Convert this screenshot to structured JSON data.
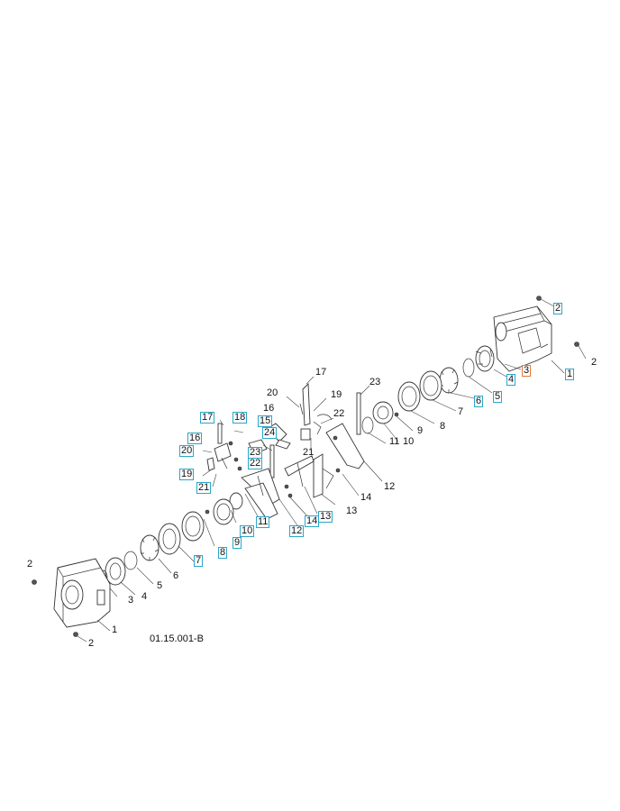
{
  "diagram": {
    "drawing_number": "01.15.001-B",
    "accent_color": "#29a7c9",
    "highlight_color": "#e07a3a",
    "callouts": [
      {
        "id": "r2a",
        "text": "2",
        "boxed": true
      },
      {
        "id": "r2b",
        "text": "2",
        "boxed": false
      },
      {
        "id": "r1",
        "text": "1",
        "boxed": true
      },
      {
        "id": "r3",
        "text": "3",
        "boxed": "alt"
      },
      {
        "id": "r4",
        "text": "4",
        "boxed": true
      },
      {
        "id": "r5",
        "text": "5",
        "boxed": true
      },
      {
        "id": "r6",
        "text": "6",
        "boxed": true
      },
      {
        "id": "r7",
        "text": "7",
        "boxed": false
      },
      {
        "id": "r8",
        "text": "8",
        "boxed": false
      },
      {
        "id": "r9",
        "text": "9",
        "boxed": false
      },
      {
        "id": "r10",
        "text": "10",
        "boxed": false
      },
      {
        "id": "r11",
        "text": "11",
        "boxed": false
      },
      {
        "id": "r12",
        "text": "12",
        "boxed": false
      },
      {
        "id": "r13",
        "text": "13",
        "boxed": false
      },
      {
        "id": "r14",
        "text": "14",
        "boxed": false
      },
      {
        "id": "r23",
        "text": "23",
        "boxed": false
      },
      {
        "id": "m17",
        "text": "17",
        "boxed": false
      },
      {
        "id": "m20",
        "text": "20",
        "boxed": false
      },
      {
        "id": "m19",
        "text": "19",
        "boxed": false
      },
      {
        "id": "m16",
        "text": "16",
        "boxed": false
      },
      {
        "id": "m22",
        "text": "22",
        "boxed": false
      },
      {
        "id": "m21",
        "text": "21",
        "boxed": false
      },
      {
        "id": "l17",
        "text": "17",
        "boxed": true
      },
      {
        "id": "l18",
        "text": "18",
        "boxed": true
      },
      {
        "id": "l15",
        "text": "15",
        "boxed": true
      },
      {
        "id": "l24",
        "text": "24",
        "boxed": true
      },
      {
        "id": "l16",
        "text": "16",
        "boxed": true
      },
      {
        "id": "l20",
        "text": "20",
        "boxed": true
      },
      {
        "id": "l23",
        "text": "23",
        "boxed": true
      },
      {
        "id": "l22",
        "text": "22",
        "boxed": true
      },
      {
        "id": "l19",
        "text": "19",
        "boxed": true
      },
      {
        "id": "l21",
        "text": "21",
        "boxed": true
      },
      {
        "id": "l11",
        "text": "11",
        "boxed": true
      },
      {
        "id": "l10",
        "text": "10",
        "boxed": true
      },
      {
        "id": "l9",
        "text": "9",
        "boxed": true
      },
      {
        "id": "l8",
        "text": "8",
        "boxed": true
      },
      {
        "id": "l7",
        "text": "7",
        "boxed": true
      },
      {
        "id": "l12",
        "text": "12",
        "boxed": true
      },
      {
        "id": "l14",
        "text": "14",
        "boxed": true
      },
      {
        "id": "l13",
        "text": "13",
        "boxed": true
      },
      {
        "id": "b6",
        "text": "6",
        "boxed": false
      },
      {
        "id": "b5",
        "text": "5",
        "boxed": false
      },
      {
        "id": "b4",
        "text": "4",
        "boxed": false
      },
      {
        "id": "b3",
        "text": "3",
        "boxed": false
      },
      {
        "id": "b2a",
        "text": "2",
        "boxed": false
      },
      {
        "id": "b1",
        "text": "1",
        "boxed": false
      },
      {
        "id": "b2b",
        "text": "2",
        "boxed": false
      }
    ]
  }
}
